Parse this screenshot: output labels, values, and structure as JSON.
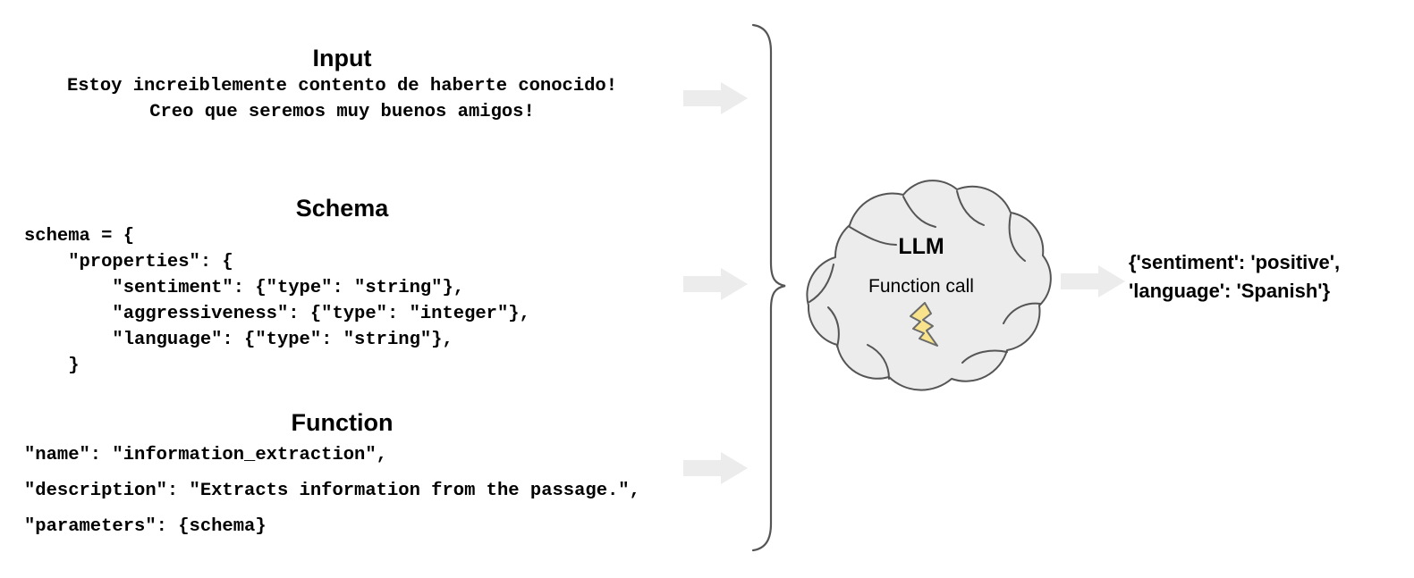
{
  "sections": [
    {
      "id": "input",
      "title": "Input",
      "lines": [
        "Estoy increiblemente contento de haberte conocido!",
        "Creo que seremos muy buenos amigos!"
      ]
    },
    {
      "id": "schema",
      "title": "Schema",
      "lines": [
        "schema = {",
        "    \"properties\": {",
        "        \"sentiment\": {\"type\": \"string\"},",
        "        \"aggressiveness\": {\"type\": \"integer\"},",
        "        \"language\": {\"type\": \"string\"},",
        "    }"
      ]
    },
    {
      "id": "function",
      "title": "Function",
      "lines": [
        "\"name\": \"information_extraction\",",
        "\"description\": \"Extracts information from the passage.\",",
        "\"parameters\": {schema}"
      ]
    }
  ],
  "llm": {
    "title": "LLM",
    "subtitle": "Function call",
    "icon": "lightning-bolt-icon",
    "fill": "#ECECEC",
    "stroke": "#555555",
    "bolt_fill": "#F8E28C",
    "bolt_stroke": "#6B6B6B"
  },
  "arrows": {
    "icon": "arrow-right-icon",
    "color": "#ECECEC",
    "input_label": "arrow-input-to-llm",
    "schema_label": "arrow-schema-to-llm",
    "function_label": "arrow-function-to-llm",
    "output_label": "arrow-llm-to-output"
  },
  "brace": {
    "icon": "curly-brace-right-icon",
    "color": "#555555"
  },
  "output": {
    "text": "{'sentiment': 'positive',\n'language': 'Spanish'}"
  }
}
